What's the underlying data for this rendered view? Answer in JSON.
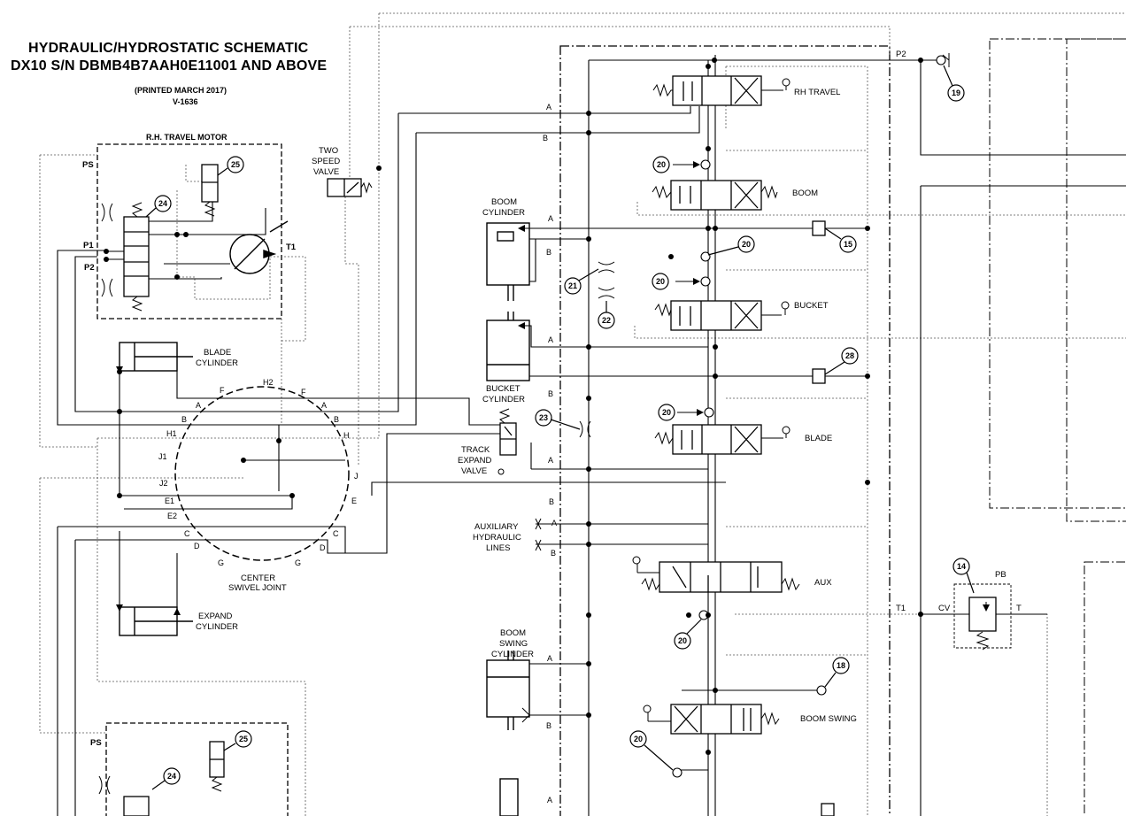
{
  "header": {
    "title_line1": "HYDRAULIC/HYDROSTATIC SCHEMATIC",
    "title_line2": "DX10 S/N DBMB4B7AAH0E11001 AND ABOVE",
    "printed": "(PRINTED MARCH 2017)",
    "doc_code": "V-1636"
  },
  "labels": {
    "rh_travel_motor": "R.H. TRAVEL MOTOR",
    "ps": "PS",
    "p1": "P1",
    "p2": "P2",
    "t1": "T1",
    "two": "TWO",
    "speed": "SPEED",
    "valve": "VALVE",
    "blade": "BLADE",
    "cylinder": "CYLINDER",
    "expand": "EXPAND",
    "center": "CENTER",
    "swivel_joint": "SWIVEL JOINT",
    "boom": "BOOM",
    "bucket": "BUCKET",
    "track": "TRACK",
    "auxiliary": "AUXILIARY",
    "hydraulic": "HYDRAULIC",
    "lines": "LINES",
    "swing": "SWING",
    "rh_travel": "RH TRAVEL",
    "aux": "AUX",
    "boom_swing": "BOOM SWING",
    "pb": "PB",
    "cv": "CV",
    "t": "T",
    "a": "A",
    "b": "B",
    "c": "C",
    "d": "D",
    "e": "E",
    "e1": "E1",
    "e2": "E2",
    "f": "F",
    "g": "G",
    "h": "H",
    "h1": "H1",
    "h2": "H2",
    "j": "J",
    "j1": "J1",
    "j2": "J2"
  },
  "callouts": {
    "n14": "14",
    "n15": "15",
    "n18": "18",
    "n19": "19",
    "n20": "20",
    "n21": "21",
    "n22": "22",
    "n23": "23",
    "n24": "24",
    "n25": "25",
    "n28": "28"
  }
}
